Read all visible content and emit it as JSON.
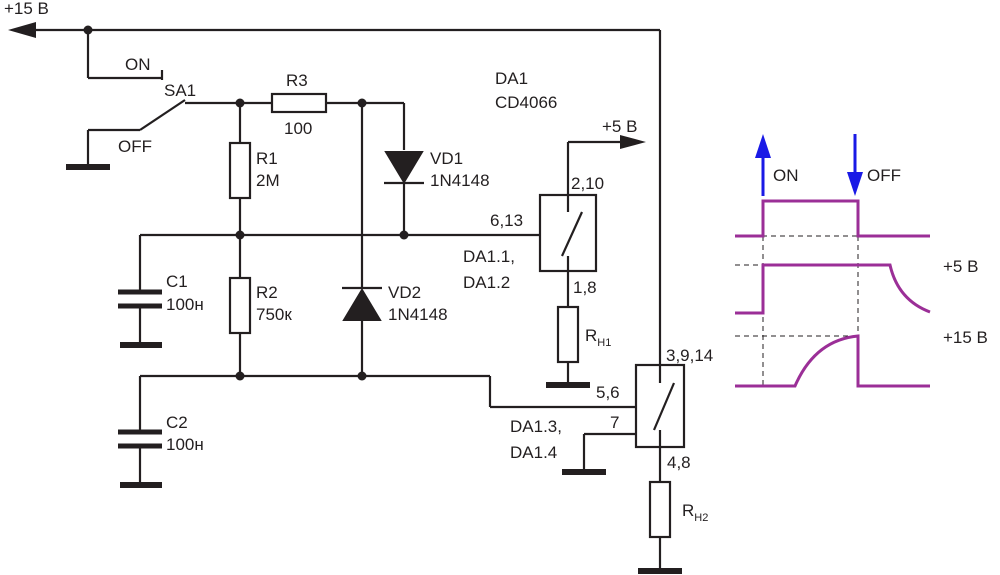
{
  "rails": {
    "plus15": "+15 В",
    "plus5": "+5 В"
  },
  "switch": {
    "ref": "SA1",
    "on": "ON",
    "off": "OFF"
  },
  "r3": {
    "ref": "R3",
    "value": "100"
  },
  "r1": {
    "ref": "R1",
    "value": "2M"
  },
  "r2": {
    "ref": "R2",
    "value": "750к"
  },
  "c1": {
    "ref": "C1",
    "value": "100н"
  },
  "c2": {
    "ref": "C2",
    "value": "100н"
  },
  "vd1": {
    "ref": "VD1",
    "part": "1N4148"
  },
  "vd2": {
    "ref": "VD2",
    "part": "1N4148"
  },
  "ic": {
    "ref": "DA1",
    "part": "CD4066"
  },
  "sw1": {
    "name_a": "DA1.1,",
    "name_b": "DA1.2",
    "pin_in": "6,13",
    "pin_top": "2,10",
    "pin_bot": "1,8"
  },
  "sw2": {
    "name_a": "DA1.3,",
    "name_b": "DA1.4",
    "pin_in": "5,6",
    "pin_ctrl": "7",
    "pin_top": "3,9,14",
    "pin_bot": "4,8"
  },
  "rh1": {
    "base": "R",
    "sub": "H1"
  },
  "rh2": {
    "base": "R",
    "sub": "H2"
  },
  "timing": {
    "on": "ON",
    "off": "OFF",
    "level5": "+5 В",
    "level15": "+15 В"
  },
  "colors": {
    "waveform": "#9b2f97",
    "event_arrow": "#1a1ae6"
  }
}
